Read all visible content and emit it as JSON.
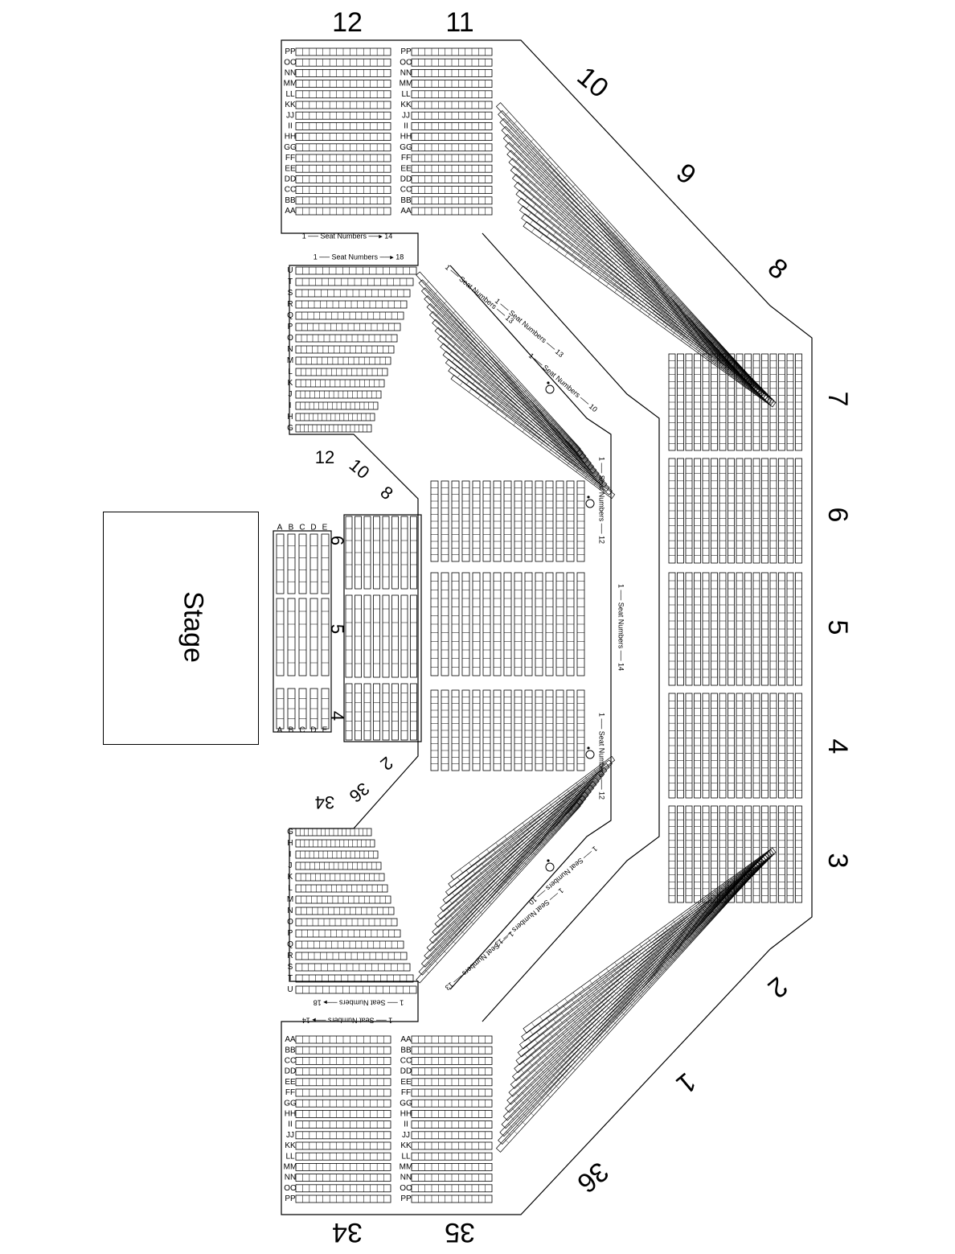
{
  "stage": {
    "label": "Stage"
  },
  "sections": {
    "s12": "12",
    "s11": "11",
    "s10": "10",
    "s9": "9",
    "s8": "8",
    "s7": "7",
    "s6": "6",
    "s5": "5",
    "s4": "4",
    "s3": "3",
    "s2": "2",
    "s1": "1",
    "s36": "36",
    "s35": "35",
    "s34": "34"
  },
  "floor_sections": {
    "f6": "6",
    "f5": "5",
    "f4": "4"
  },
  "lower_sections": {
    "l12": "12",
    "l10": "10",
    "l8": "8",
    "l2": "2",
    "l36": "36",
    "l34": "34"
  },
  "seat_numbers": {
    "label": "Seat Numbers",
    "top_upper": "1 ── Seat Numbers ──▸ 14",
    "top_lower": "1 ── Seat Numbers ──▸ 18",
    "bottom_upper": "1 ── Seat Numbers ──▸ 14",
    "bottom_lower": "1 ── Seat Numbers ──▸ 18",
    "diag_a": "1 ── Seat Numbers ── 13",
    "diag_b": "1 ── Seat Numbers ── 13",
    "diag_c": "1 ── Seat Numbers ── 10",
    "diag_d": "1 ── Seat Numbers ── 10",
    "diag_e": "1 ── Seat Numbers ── 13",
    "diag_f": "1 ── Seat Numbers ── 13",
    "vert_a": "1 ── Seat Numbers ── 12",
    "vert_b": "1 ── Seat Numbers ── 14",
    "vert_c": "1 ── Seat Numbers ── 12"
  },
  "rows": {
    "upper_rows": [
      "PP",
      "OO",
      "NN",
      "MM",
      "LL",
      "KK",
      "JJ",
      "II",
      "HH",
      "GG",
      "FF",
      "EE",
      "DD",
      "CC",
      "BB",
      "AA"
    ],
    "lower_rows": [
      "U",
      "T",
      "S",
      "R",
      "Q",
      "P",
      "O",
      "N",
      "M",
      "L",
      "K",
      "J",
      "I",
      "H",
      "G"
    ],
    "floor_rows": [
      "E",
      "D",
      "C",
      "B",
      "A"
    ]
  }
}
